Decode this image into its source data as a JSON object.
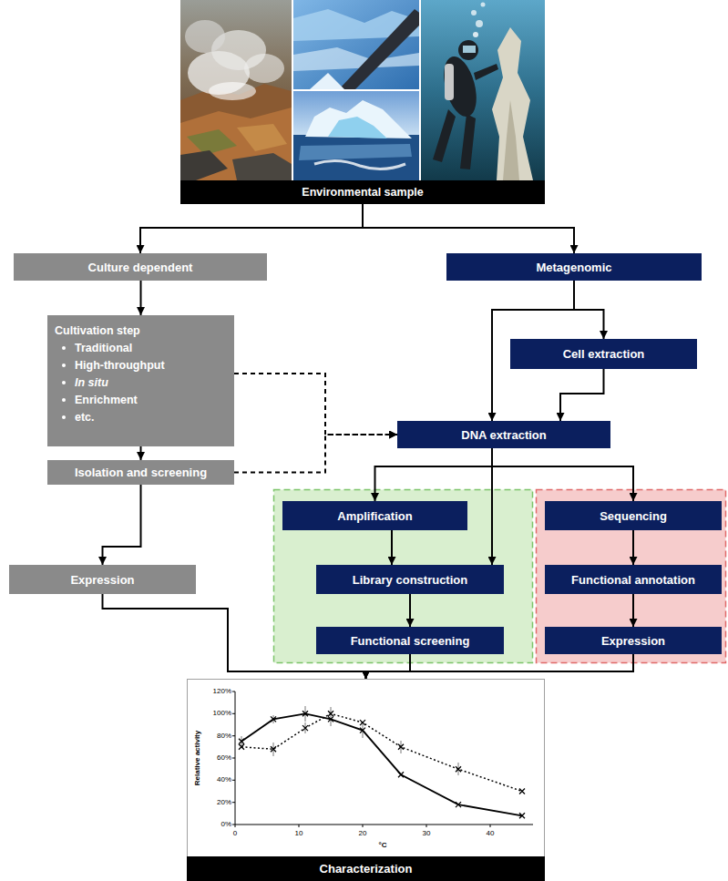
{
  "diagram": {
    "nodes": [
      {
        "text": [
          "Environmental sample"
        ]
      },
      {
        "text": [
          "Culture dependent"
        ]
      },
      {
        "text": [
          "Metagenomic"
        ]
      },
      {
        "text": [
          "Cultivation step",
          "Traditional",
          "High-throughput",
          "In situ",
          "Enrichment",
          "etc."
        ]
      },
      {
        "text": [
          "Isolation and screening"
        ]
      },
      {
        "text": [
          "Expression"
        ]
      },
      {
        "text": [
          "Cell extraction"
        ]
      },
      {
        "text": [
          "DNA extraction"
        ]
      },
      {
        "text": [
          "Amplification"
        ]
      },
      {
        "text": [
          "Library construction"
        ]
      },
      {
        "text": [
          "Functional screening"
        ]
      },
      {
        "text": [
          "Sequencing"
        ]
      },
      {
        "text": [
          "Functional annotation"
        ]
      },
      {
        "text": [
          "Expression"
        ]
      },
      {
        "text": [
          "Characterization"
        ]
      }
    ],
    "edges": [
      {
        "from": 0,
        "to": 1,
        "arrow": "to"
      },
      {
        "from": 0,
        "to": 2,
        "arrow": "to"
      },
      {
        "from": 1,
        "to": 3,
        "arrow": "to"
      },
      {
        "from": 3,
        "to": 4,
        "arrow": "to"
      },
      {
        "from": 3,
        "to": 7,
        "arrow": "to"
      },
      {
        "from": 4,
        "to": 7,
        "arrow": "to"
      },
      {
        "from": 2,
        "to": 6,
        "arrow": "to"
      },
      {
        "from": 2,
        "to": 7,
        "arrow": "to"
      },
      {
        "from": 6,
        "to": 7,
        "arrow": "to"
      },
      {
        "from": 7,
        "to": 8,
        "arrow": "to"
      },
      {
        "from": 7,
        "to": 9,
        "arrow": "to"
      },
      {
        "from": 7,
        "to": 11,
        "arrow": "to"
      },
      {
        "from": 8,
        "to": 9,
        "arrow": "to"
      },
      {
        "from": 9,
        "to": 10,
        "arrow": "to"
      },
      {
        "from": 11,
        "to": 12,
        "arrow": "to"
      },
      {
        "from": 12,
        "to": 13,
        "arrow": "to"
      },
      {
        "from": 4,
        "to": 5,
        "arrow": "to"
      },
      {
        "from": 5,
        "to": 14,
        "arrow": "to"
      },
      {
        "from": 10,
        "to": 14,
        "arrow": "to"
      },
      {
        "from": 13,
        "to": 14,
        "arrow": "to"
      }
    ],
    "labels": [
      "120%",
      "100%",
      "80%",
      "60%",
      "40%",
      "20%",
      "0%",
      "0",
      "10",
      "20",
      "30",
      "40",
      "Relative activity",
      "°C"
    ]
  }
}
